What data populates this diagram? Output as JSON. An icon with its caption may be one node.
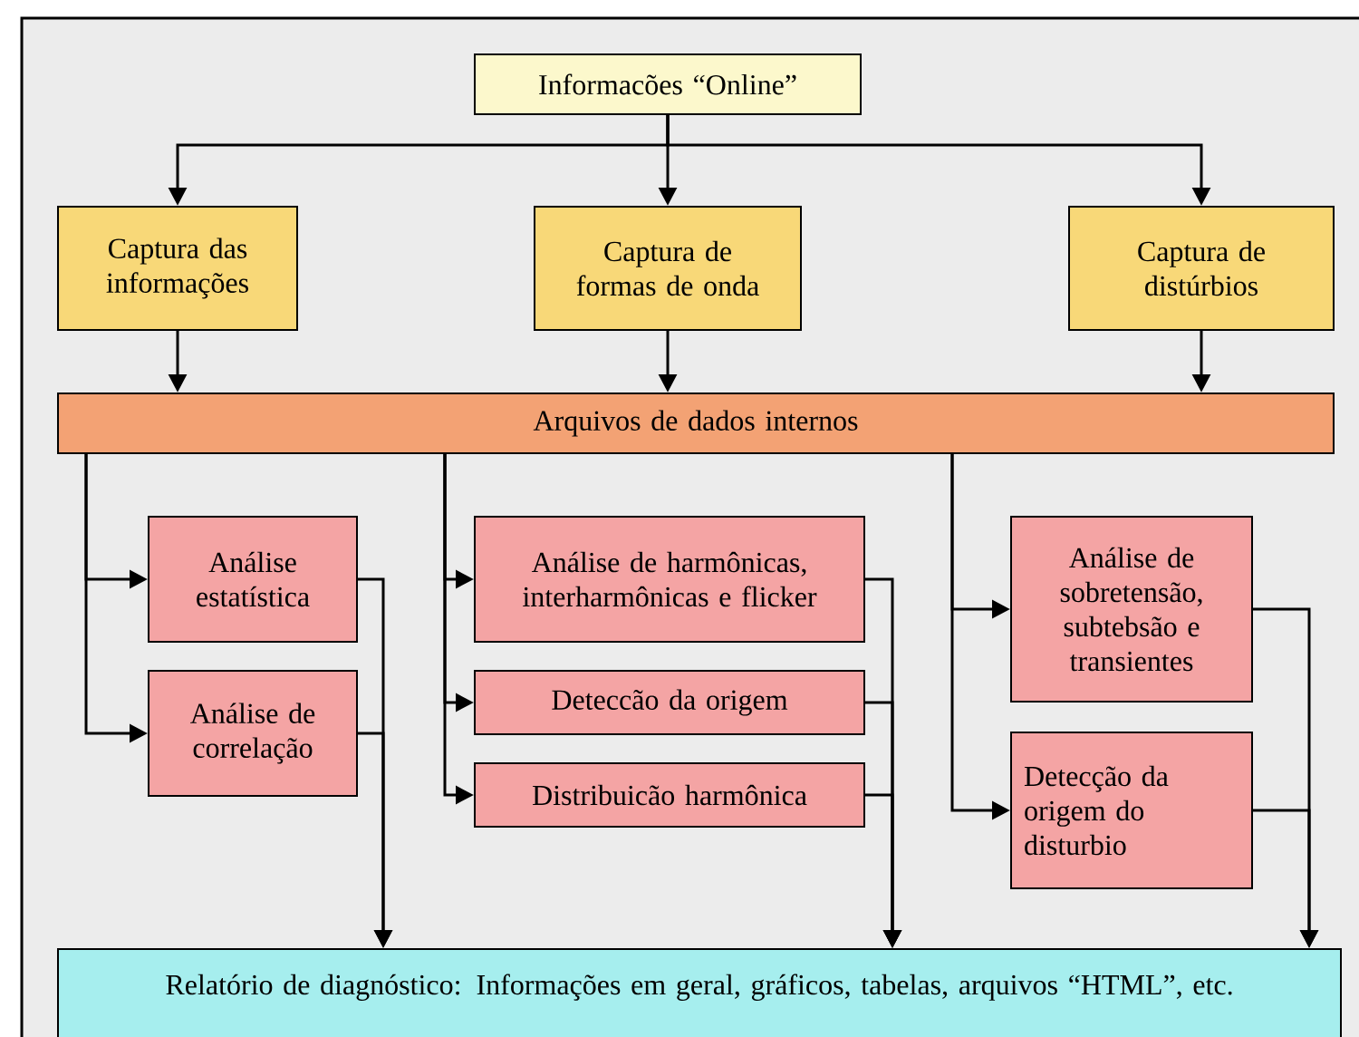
{
  "diagram": {
    "nodes": [
      {
        "text": [
          "Informacões “Online”"
        ]
      },
      {
        "text": [
          "Captura das informações"
        ]
      },
      {
        "text": [
          "Captura de formas de onda"
        ]
      },
      {
        "text": [
          "Captura de distúrbios"
        ]
      },
      {
        "text": [
          "Arquivos de dados internos"
        ]
      },
      {
        "text": [
          "Análise estatística"
        ]
      },
      {
        "text": [
          "Análise de correlação"
        ]
      },
      {
        "text": [
          "Análise de harmônicas, interharmônicas e flicker"
        ]
      },
      {
        "text": [
          "Deteccão da origem"
        ]
      },
      {
        "text": [
          "Distribuicão harmônica"
        ]
      },
      {
        "text": [
          "Análise de sobretensão, subtebsão e transientes"
        ]
      },
      {
        "text": [
          "Detecção da origem do disturbio"
        ]
      },
      {
        "text": [
          "Relatório de diagnóstico: Informações em geral, gráficos, tabelas, arquivos “HTML”, etc."
        ]
      }
    ],
    "edges": [
      {
        "from": 0,
        "to": 1,
        "arrow": "to"
      },
      {
        "from": 0,
        "to": 2,
        "arrow": "to"
      },
      {
        "from": 0,
        "to": 3,
        "arrow": "to"
      },
      {
        "from": 1,
        "to": 4,
        "arrow": "to"
      },
      {
        "from": 2,
        "to": 4,
        "arrow": "to"
      },
      {
        "from": 3,
        "to": 4,
        "arrow": "to"
      },
      {
        "from": 4,
        "to": 5,
        "arrow": "to"
      },
      {
        "from": 4,
        "to": 6,
        "arrow": "to"
      },
      {
        "from": 4,
        "to": 7,
        "arrow": "to"
      },
      {
        "from": 4,
        "to": 8,
        "arrow": "to"
      },
      {
        "from": 4,
        "to": 9,
        "arrow": "to"
      },
      {
        "from": 4,
        "to": 10,
        "arrow": "to"
      },
      {
        "from": 4,
        "to": 11,
        "arrow": "to"
      },
      {
        "from": 5,
        "to": 12,
        "arrow": "to"
      },
      {
        "from": 6,
        "to": 12,
        "arrow": "to"
      },
      {
        "from": 7,
        "to": 12,
        "arrow": "to"
      },
      {
        "from": 8,
        "to": 12,
        "arrow": "to"
      },
      {
        "from": 9,
        "to": 12,
        "arrow": "to"
      },
      {
        "from": 10,
        "to": 12,
        "arrow": "to"
      },
      {
        "from": 11,
        "to": 12,
        "arrow": "to"
      }
    ]
  }
}
